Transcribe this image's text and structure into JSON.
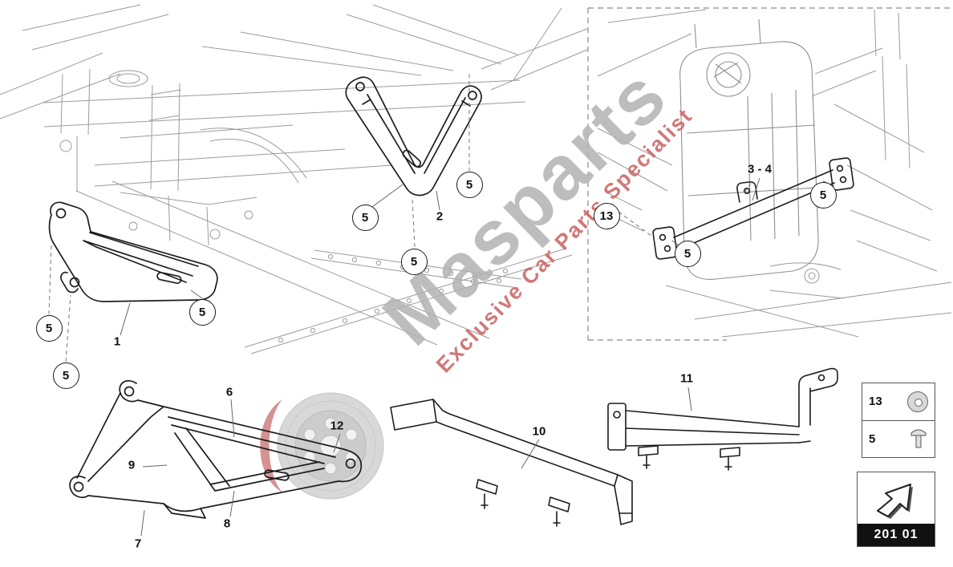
{
  "watermark": {
    "brand": "Masparts",
    "tagline": "Exclusive Car Parts Specialist"
  },
  "diagram": {
    "part_labels": [
      {
        "id": "1"
      },
      {
        "id": "2"
      },
      {
        "id": "3 - 4"
      },
      {
        "id": "6"
      },
      {
        "id": "7"
      },
      {
        "id": "8"
      },
      {
        "id": "9"
      },
      {
        "id": "10"
      },
      {
        "id": "11"
      },
      {
        "id": "12"
      }
    ],
    "fastener_callouts": [
      {
        "label": "5"
      },
      {
        "label": "5"
      },
      {
        "label": "5"
      },
      {
        "label": "5"
      },
      {
        "label": "5"
      },
      {
        "label": "5"
      },
      {
        "label": "13"
      },
      {
        "label": "5"
      },
      {
        "label": "5"
      }
    ]
  },
  "legend": {
    "rows": [
      {
        "number": "13",
        "icon": "washer-icon"
      },
      {
        "number": "5",
        "icon": "screw-icon"
      }
    ]
  },
  "nav": {
    "code": "201 01",
    "icon": "forward-arrow-icon"
  }
}
